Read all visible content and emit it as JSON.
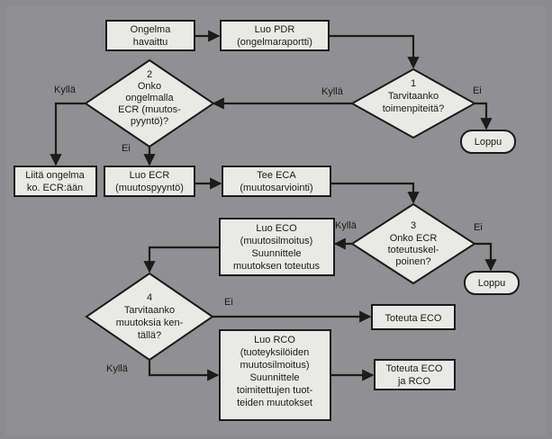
{
  "nodes": {
    "problem_detected": [
      "Ongelma",
      "havaittu"
    ],
    "create_pdr": [
      "Luo PDR",
      "(ongelmaraportti)"
    ],
    "decision_1": [
      "1",
      "Tarvitaanko",
      "toimenpiteitä?"
    ],
    "end_1": "Loppu",
    "decision_2": [
      "2",
      "Onko",
      "ongelmalla",
      "ECR (muutos-",
      "pyyntö)?"
    ],
    "attach_problem": [
      "Liitä ongelma",
      "ko. ECR:ään"
    ],
    "create_ecr": [
      "Luo ECR",
      "(muutospyyntö)"
    ],
    "make_eca": [
      "Tee ECA",
      "(muutosarviointi)"
    ],
    "decision_3": [
      "3",
      "Onko ECR",
      "toteutuskel-",
      "poinen?"
    ],
    "end_2": "Loppu",
    "create_eco": [
      "Luo ECO",
      "(muutosilmoitus)",
      "Suunnittele",
      "muutoksen toteutus"
    ],
    "decision_4": [
      "4",
      "Tarvitaanko",
      "muutoksia ken-",
      "tällä?"
    ],
    "implement_eco": "Toteuta ECO",
    "create_rco": [
      "Luo RCO",
      "(tuoteyksilöiden",
      "muutosilmoitus)",
      "Suunnittele",
      "toimitettujen tuot-",
      "teiden muutokset"
    ],
    "implement_eco_rco": [
      "Toteuta ECO",
      "ja RCO"
    ]
  },
  "edge_labels": {
    "d1_yes": "Kyllä",
    "d1_no": "Ei",
    "d2_yes": "Kyllä",
    "d2_no": "Ei",
    "d3_yes": "Kyllä",
    "d3_no": "Ei",
    "d4_no": "Ei",
    "d4_yes": "Kyllä"
  }
}
